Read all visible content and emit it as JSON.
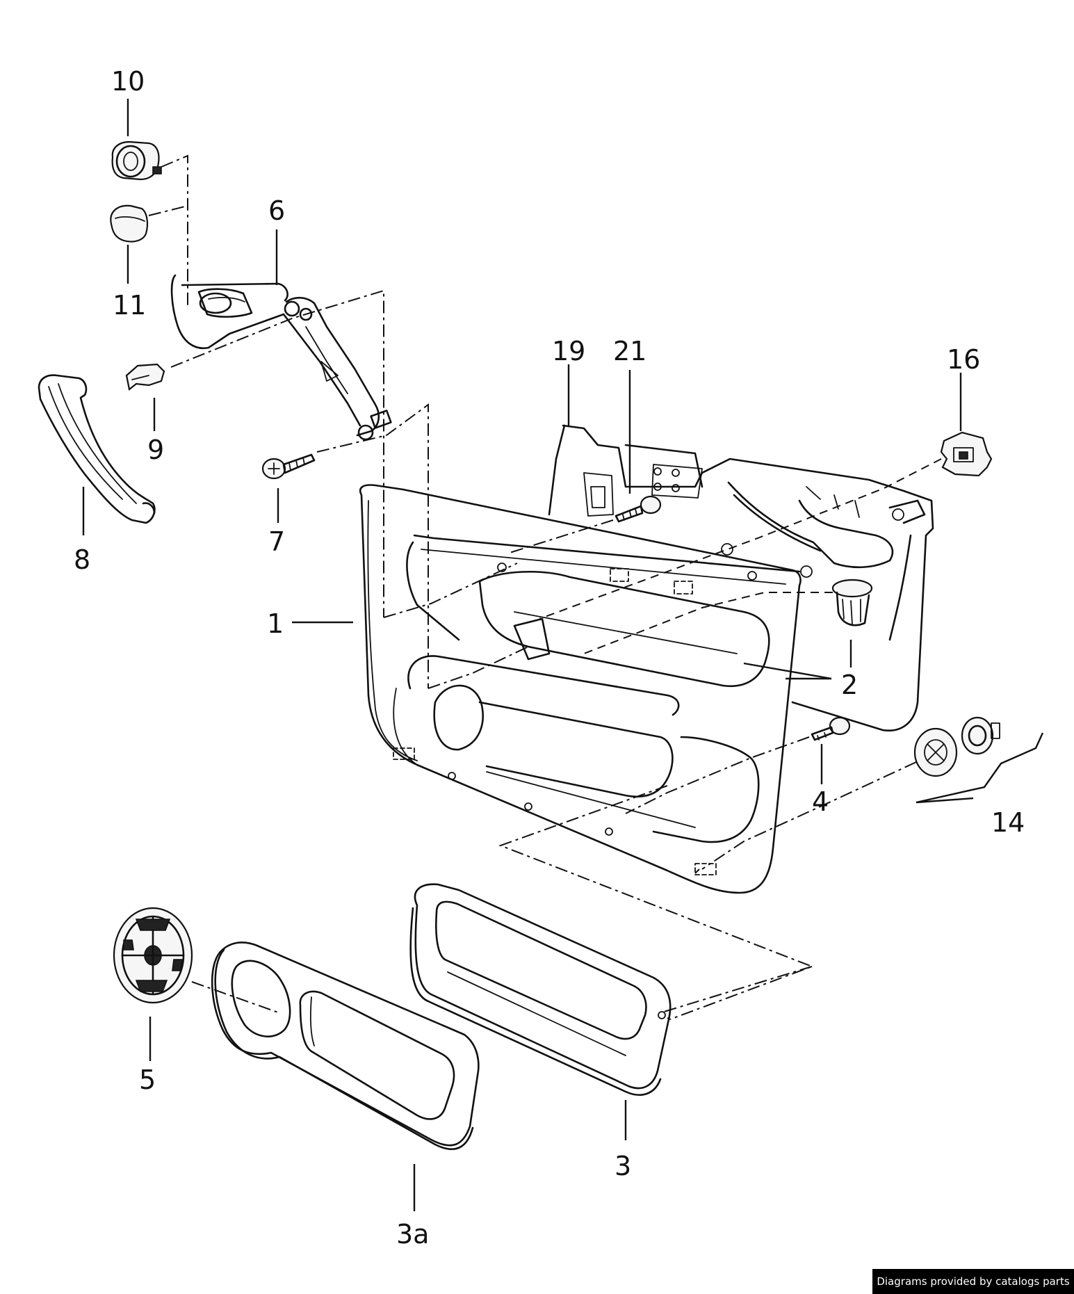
{
  "callouts": {
    "n10": "10",
    "n11": "11",
    "n6": "6",
    "n9": "9",
    "n8": "8",
    "n7": "7",
    "n19": "19",
    "n21": "21",
    "n16": "16",
    "n1": "1",
    "n2": "2",
    "n4": "4",
    "n14": "14",
    "n5": "5",
    "n3": "3",
    "n3a": "3a"
  },
  "credit": "Diagrams provided by catalogs parts"
}
